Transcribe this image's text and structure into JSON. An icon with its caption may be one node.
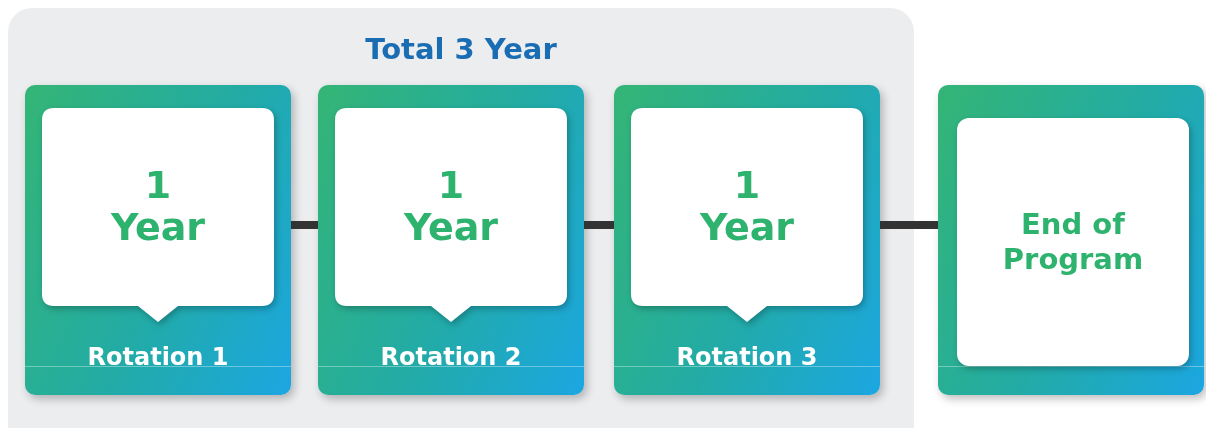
{
  "diagram": {
    "nodes": [
      {
        "text": [
          "Total 3 Year"
        ]
      },
      {
        "text": [
          "Rotation 1"
        ],
        "in": 0
      },
      {
        "text": [
          "1 Year"
        ],
        "in": 1
      },
      {
        "text": [
          "Rotation 2"
        ],
        "in": 0
      },
      {
        "text": [
          "1 Year"
        ],
        "in": 3
      },
      {
        "text": [
          "Rotation 3"
        ],
        "in": 0
      },
      {
        "text": [
          "1 Year"
        ],
        "in": 5
      },
      {
        "text": [],
        "shape": "box"
      },
      {
        "text": [
          "End of Program"
        ],
        "in": 7
      }
    ],
    "edges": [
      {
        "from": 1,
        "to": 3,
        "arrow": "none"
      },
      {
        "from": 3,
        "to": 5,
        "arrow": "none"
      },
      {
        "from": 5,
        "to": 7,
        "arrow": "none"
      }
    ]
  }
}
